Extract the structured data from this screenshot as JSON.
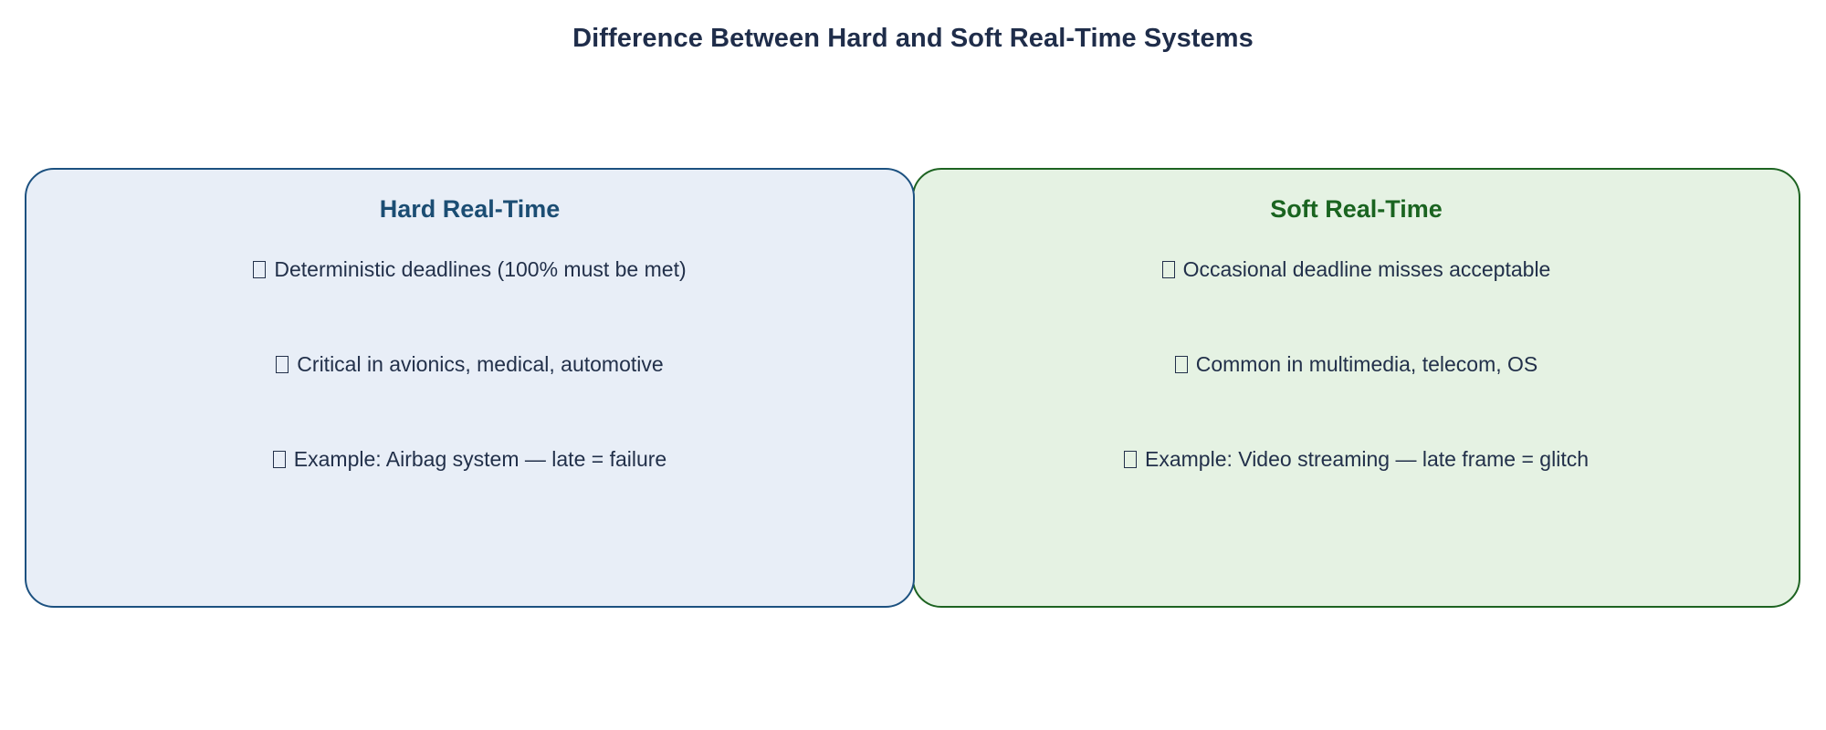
{
  "page": {
    "title": "Difference Between Hard and Soft Real-Time Systems",
    "background_color": "#ffffff",
    "title_color": "#1f2d4a"
  },
  "panels": [
    {
      "id": "hard-real-time",
      "title": "Hard Real-Time",
      "title_color": "#1b4d73",
      "fill_color": "#e8eef7",
      "border_color": "#1c5180",
      "bullet_icon": "missing-glyph-box",
      "items": [
        "Deterministic deadlines (100% must be met)",
        "Critical in avionics, medical, automotive",
        "Example: Airbag system — late = failure"
      ]
    },
    {
      "id": "soft-real-time",
      "title": "Soft Real-Time",
      "title_color": "#1a6420",
      "fill_color": "#e5f2e3",
      "border_color": "#1d6321",
      "bullet_icon": "missing-glyph-box",
      "items": [
        "Occasional deadline misses acceptable",
        "Common in multimedia, telecom, OS",
        "Example: Video streaming — late frame = glitch"
      ]
    }
  ]
}
